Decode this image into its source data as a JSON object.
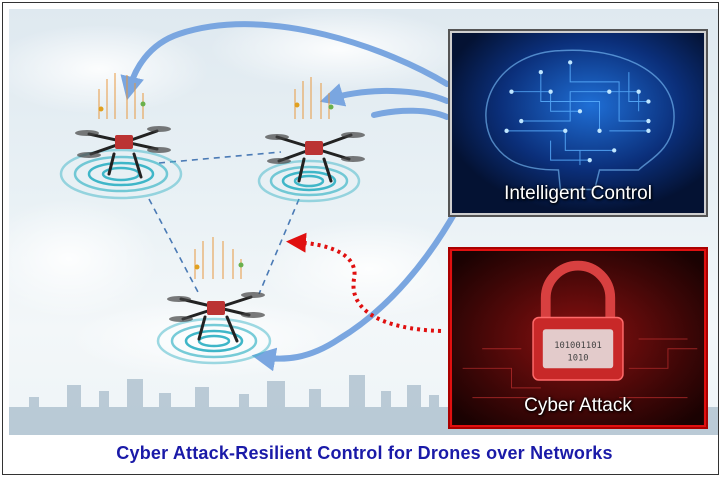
{
  "panels": {
    "intelligent_control": {
      "label": "Intelligent Control"
    },
    "cyber_attack": {
      "label": "Cyber Attack",
      "chip_text": [
        "101001101",
        "1010"
      ]
    }
  },
  "caption": "Cyber Attack-Resilient  Control for Drones over Networks",
  "colors": {
    "control_arrow": "#7aa6e0",
    "attack_arrow": "#e01010",
    "network_link": "#4a7ab5",
    "signal_rings": "#3fb6c8",
    "caption": "#1a1aa8"
  },
  "drones": [
    {
      "name": "drone-top-left"
    },
    {
      "name": "drone-top-right"
    },
    {
      "name": "drone-bottom"
    }
  ]
}
